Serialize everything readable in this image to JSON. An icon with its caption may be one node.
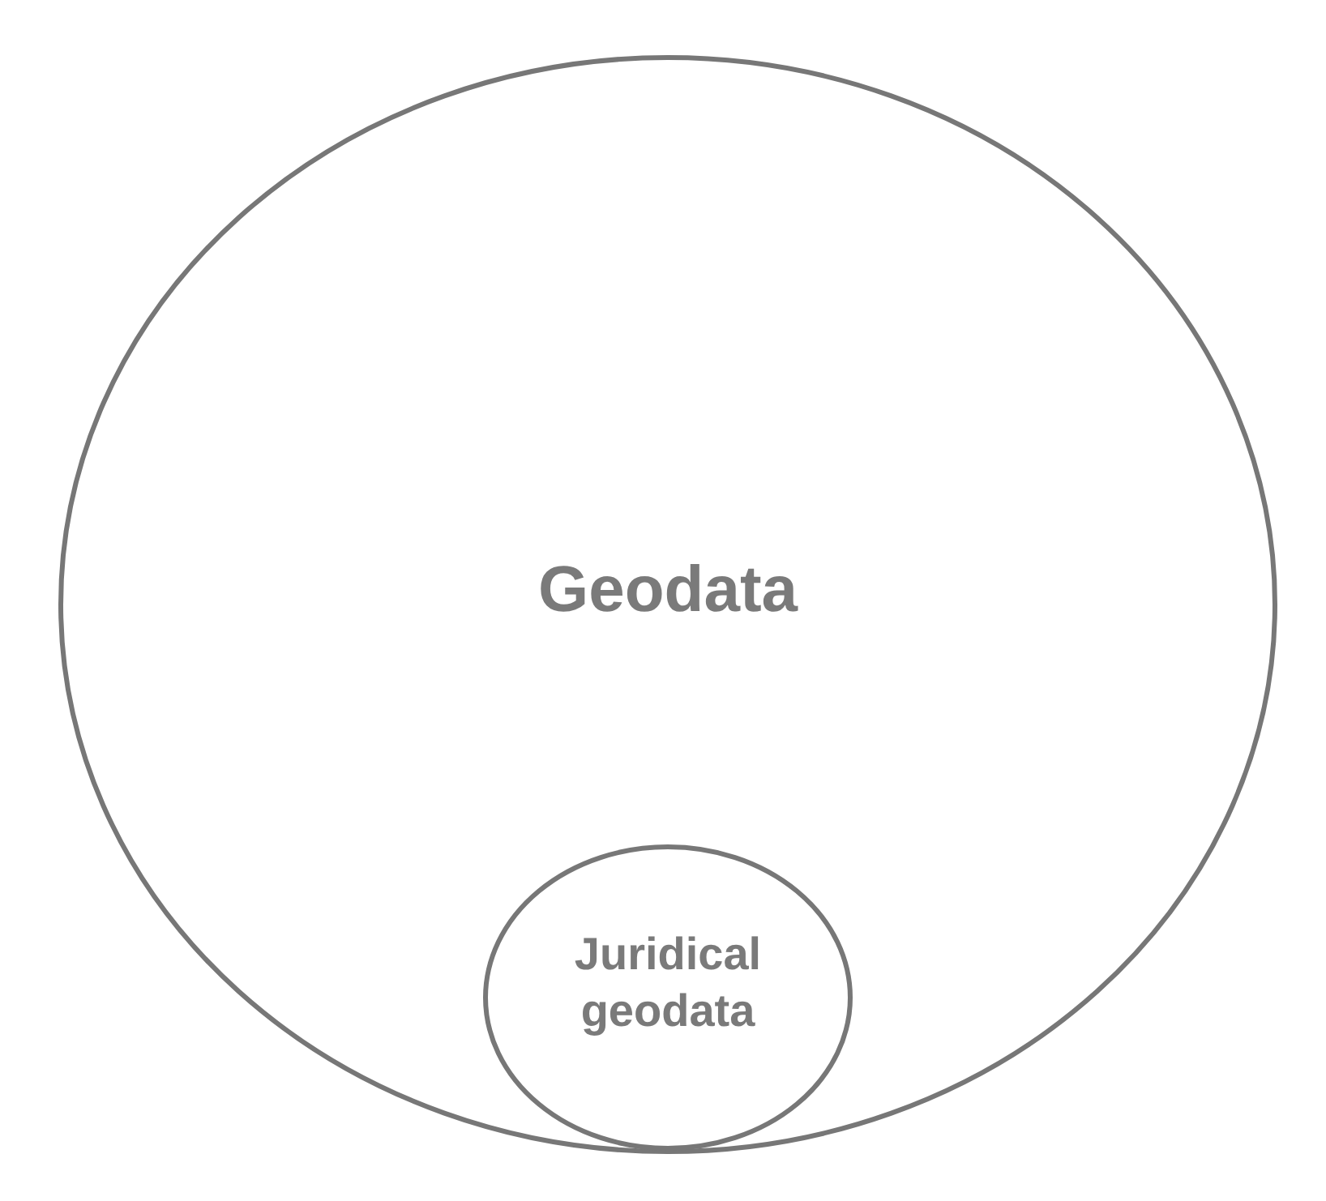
{
  "diagram": {
    "nodes": [
      {
        "text": [
          "Geodata"
        ]
      },
      {
        "text": [
          "Juridical geodata"
        ],
        "in": 0
      }
    ]
  }
}
